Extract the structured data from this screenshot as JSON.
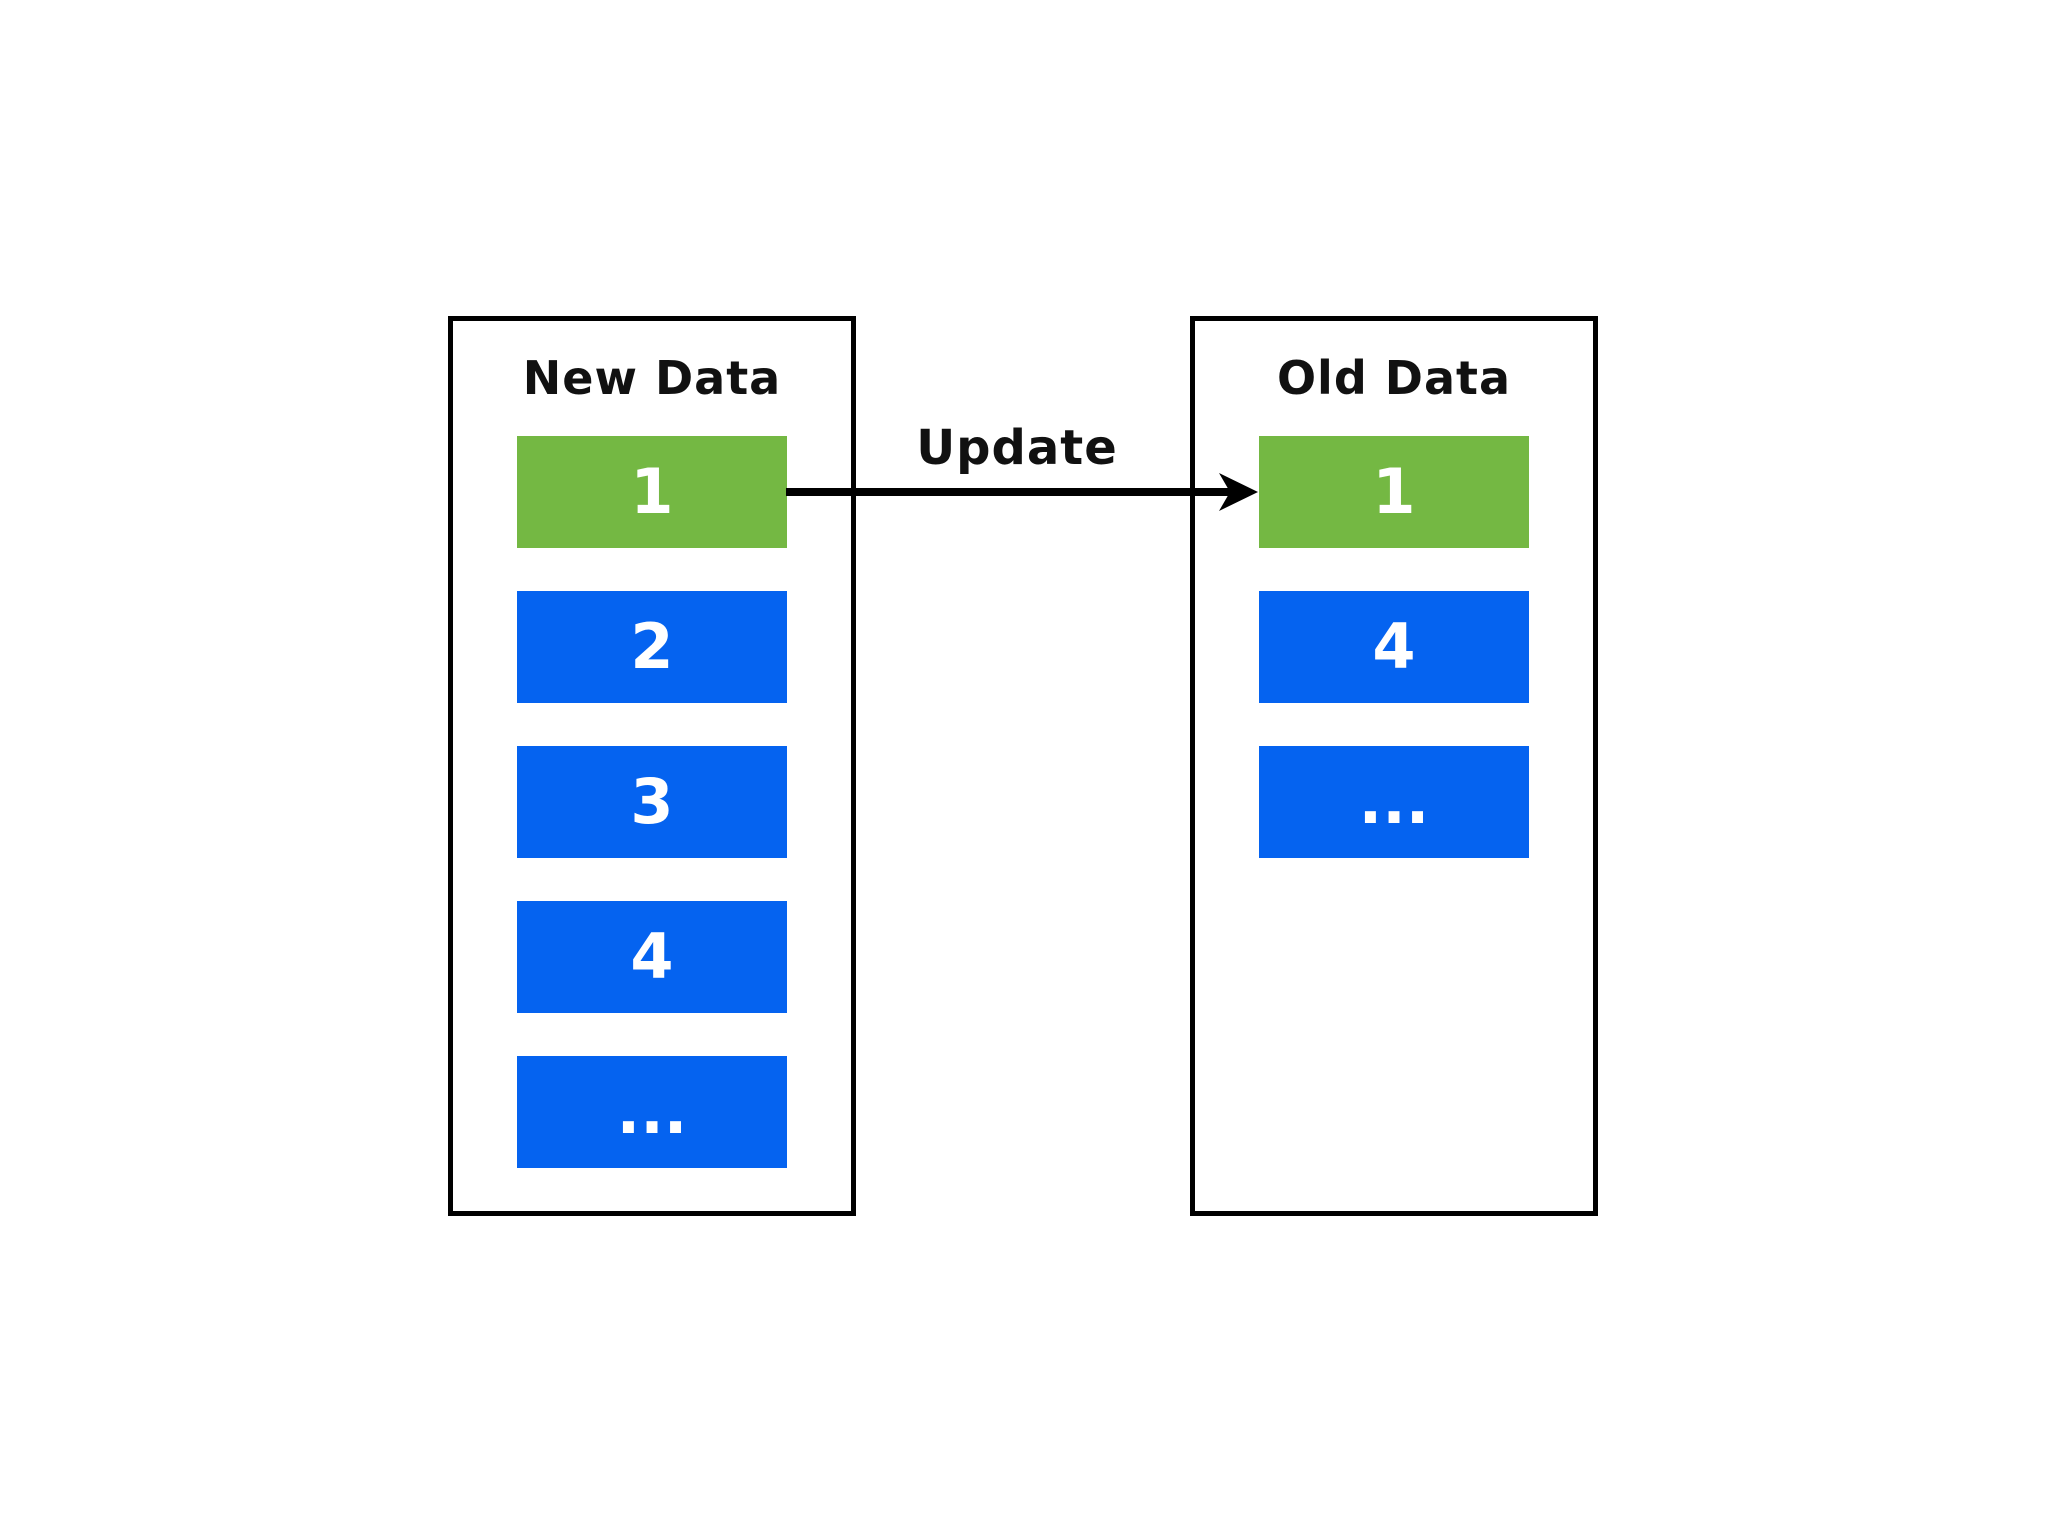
{
  "diagram": {
    "background": "#ffffff",
    "line_color": "#000000",
    "text_color": "#111111",
    "item_text_color": "#ffffff",
    "colors": {
      "green": "#74b843",
      "blue": "#0563f0"
    },
    "left_box": {
      "title": "New Data",
      "items": [
        {
          "label": "1",
          "color": "green"
        },
        {
          "label": "2",
          "color": "blue"
        },
        {
          "label": "3",
          "color": "blue"
        },
        {
          "label": "4",
          "color": "blue"
        },
        {
          "label": "...",
          "color": "blue"
        }
      ]
    },
    "right_box": {
      "title": "Old Data",
      "items": [
        {
          "label": "1",
          "color": "green"
        },
        {
          "label": "4",
          "color": "blue"
        },
        {
          "label": "...",
          "color": "blue"
        }
      ]
    },
    "arrow": {
      "label": "Update"
    }
  }
}
